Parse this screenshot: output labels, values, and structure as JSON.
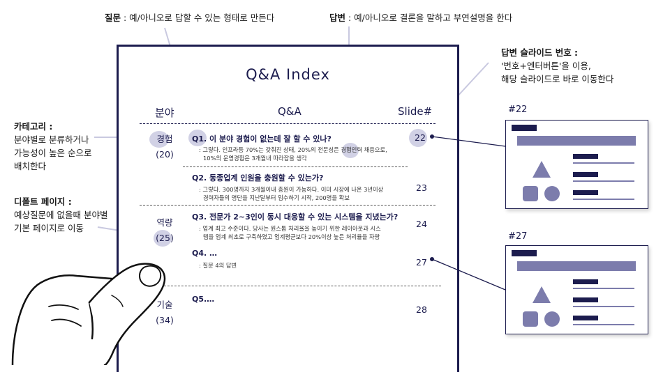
{
  "annotations": {
    "question": {
      "title": "질문",
      "text": " : 예/아니오로 답할 수 있는 형태로 만든다"
    },
    "answer": {
      "title": "답변",
      "text": " : 예/아니오로 결론을 말하고 부연설명을 한다"
    },
    "slide_number": {
      "title": "답변 슬라이드 번호 :",
      "line1": "'번호+엔터버튼'을 이용,",
      "line2": "해당 슬라이드로 바로 이동한다"
    },
    "category": {
      "title": "카테고리 :",
      "line1": "분야별로 분류하거나",
      "line2": "가능성이 높은 순으로",
      "line3": "배치한다"
    },
    "default_page": {
      "title": "디폴트 페이지 :",
      "line1": "예상질문에 없을때 분야별",
      "line2": "기본 페이지로 이동"
    }
  },
  "document": {
    "title": "Q&A Index",
    "headers": {
      "field": "분야",
      "qa": "Q&A",
      "slide": "Slide#"
    },
    "categories": [
      {
        "name": "경험",
        "count": "(20)"
      },
      {
        "name": "역량",
        "count": "(25)"
      },
      {
        "name": "기술",
        "count": "(34)"
      }
    ],
    "items": [
      {
        "q": "Q1. 이 분야 경험이 없는데 잘 할 수 있나?",
        "a1": ": 그렇다. 인프라등 70%는 갖춰진 상태, 20%의 전문성은 경험인력 채용으로,",
        "a2": "10%의 운영경험은 3개월내 따라잡을 생각",
        "slide": "22"
      },
      {
        "q": "Q2. 동종업계 인원을 충원할 수 있는가?",
        "a1": ": 그렇다. 300명까지 3개월이내 충원이 가능하다. 이미 시장에 나온 3년이상",
        "a2": "경력자들의 명단을 지난달부터 입수하기 시작, 200명을 확보",
        "slide": "23"
      },
      {
        "q": "Q3. 전문가 2~3인이 동시 대응할 수 있는 시스템을 지녔는가?",
        "a1": ": 업계 최고 수준이다. 당사는 원스톱 처리율을 높이기 위한 레이아웃과 시스",
        "a2": "템을 업계 최초로 구축하였고 업계평균보다 20%이상 높은 처리율을 자랑",
        "slide": "24"
      },
      {
        "q": "Q4. …",
        "a1": ": 질문 4의 답변",
        "a2": "",
        "slide": "27"
      },
      {
        "q": "Q5.…",
        "a1": "",
        "a2": "",
        "slide": "28"
      }
    ]
  },
  "slides": [
    {
      "label": "#22"
    },
    {
      "label": "#27"
    }
  ],
  "colors": {
    "navy": "#1c1c4e",
    "accent": "#7c7cac",
    "highlight": "#c9c9e0"
  }
}
